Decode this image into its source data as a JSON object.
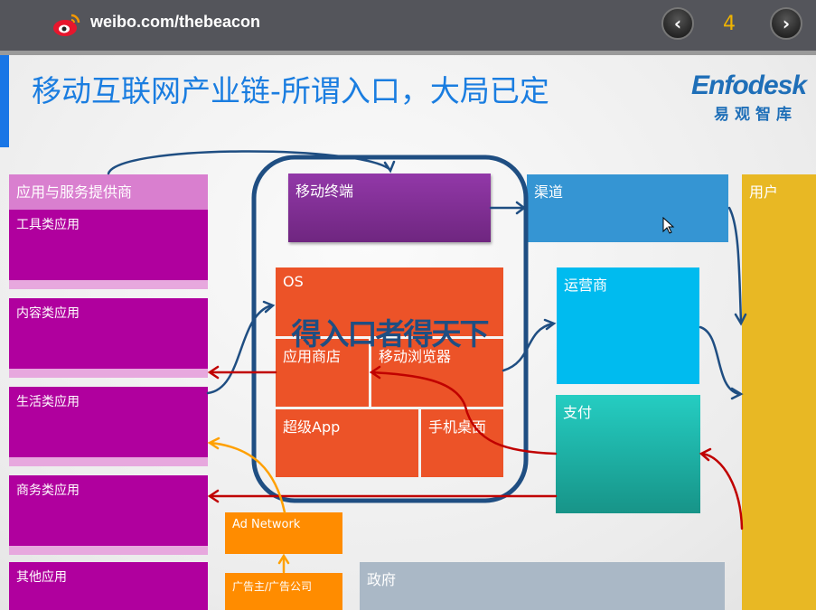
{
  "header": {
    "site": "weibo.com/thebeacon",
    "page": "4",
    "prev": "‹",
    "next": "›"
  },
  "title": "移动互联网产业链-所谓入口，大局已定",
  "logo": {
    "en": "Enfodesk",
    "cn": "易观智库"
  },
  "left": {
    "header": "应用与服务提供商",
    "items": [
      "工具类应用",
      "内容类应用",
      "生活类应用",
      "商务类应用",
      "其他应用"
    ]
  },
  "center": {
    "terminal": "移动终端",
    "os": "OS",
    "appstore": "应用商店",
    "browser": "移动浏览器",
    "superapp": "超级App",
    "desktop": "手机桌面",
    "slogan": "得入口者得天下"
  },
  "right": {
    "channel": "渠道",
    "operator": "运营商",
    "payment": "支付",
    "users": "用户"
  },
  "bottom": {
    "adnetwork": "Ad Network",
    "advertiser": "广告主/广告公司",
    "government": "政府"
  },
  "colors": {
    "magenta": "#b0009e",
    "orange": "#ec5328",
    "blue": "#3595d3",
    "navy": "#1f4e82",
    "red": "#c00000",
    "yellow": "#e8b824"
  }
}
